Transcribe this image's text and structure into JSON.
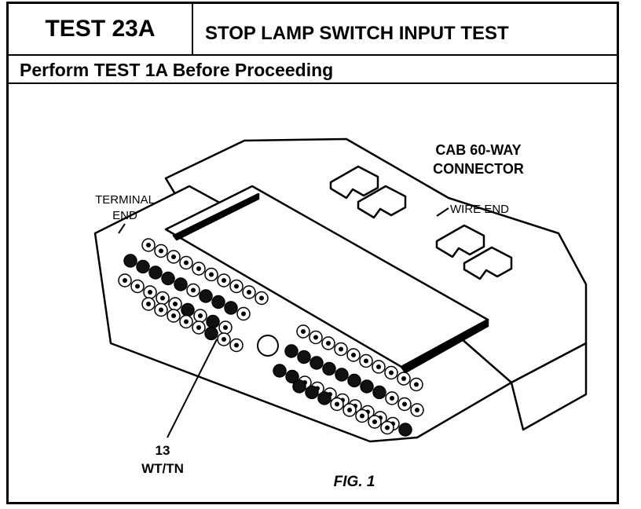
{
  "header": {
    "test_id": "TEST 23A",
    "test_title": "STOP LAMP SWITCH INPUT TEST"
  },
  "prerequisite": "Perform TEST 1A Before Proceeding",
  "figure": {
    "connector_label_line1": "CAB 60-WAY",
    "connector_label_line2": "CONNECTOR",
    "terminal_end_line1": "TERMINAL",
    "terminal_end_line2": "END",
    "wire_end": "WIRE END",
    "pin_callout_number": "13",
    "pin_callout_wire": "WT/TN",
    "caption": "FIG. 1"
  }
}
